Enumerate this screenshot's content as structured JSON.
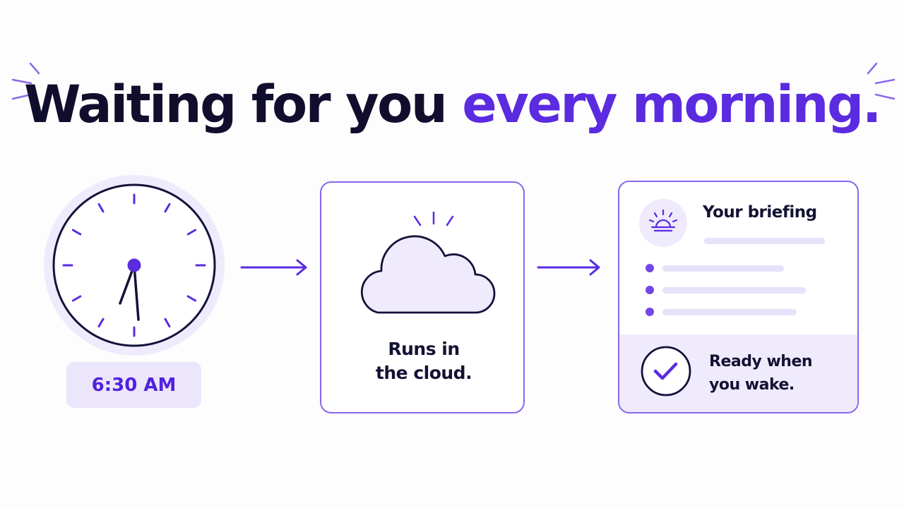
{
  "headline": {
    "part1": "Waiting for you",
    "part2": "every morning."
  },
  "clock": {
    "time_label": "6:30 AM",
    "icon": "analog-clock-icon"
  },
  "cloud_step": {
    "icon": "cloud-icon",
    "caption_line1": "Runs in",
    "caption_line2": "the cloud."
  },
  "briefing_step": {
    "icon": "sunrise-icon",
    "title": "Your briefing",
    "list_item_count": 3,
    "status_icon": "check-circle-icon",
    "status_line1": "Ready when",
    "status_line2": "you wake."
  },
  "colors": {
    "accent": "#5b2be0",
    "dark_text": "#100e2c",
    "soft_fill": "#ebe6fb",
    "card_border": "#8a66ec"
  }
}
